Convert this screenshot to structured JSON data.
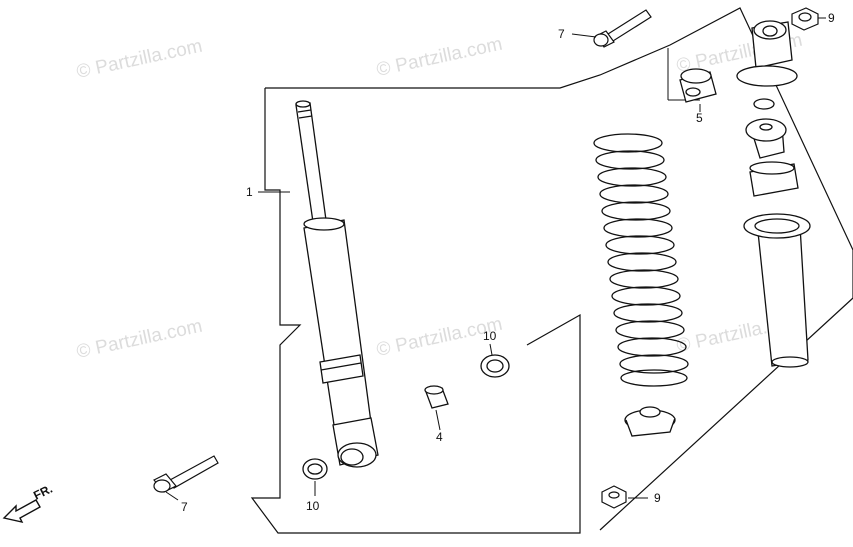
{
  "watermark": {
    "text": "© Partzilla.com",
    "color": "#dcdcdc"
  },
  "callouts": {
    "c1": "1",
    "c4": "4",
    "c5": "5",
    "c7_top": "7",
    "c7_bottom": "7",
    "c9_top": "9",
    "c9_bottom": "9",
    "c10_left": "10",
    "c10_right": "10"
  },
  "direction_label": "FR.",
  "icons": [
    "front-direction-arrow-icon"
  ],
  "colors": {
    "line": "#111111",
    "part_fill": "#ffffff",
    "watermark": "#dcdcdc"
  }
}
